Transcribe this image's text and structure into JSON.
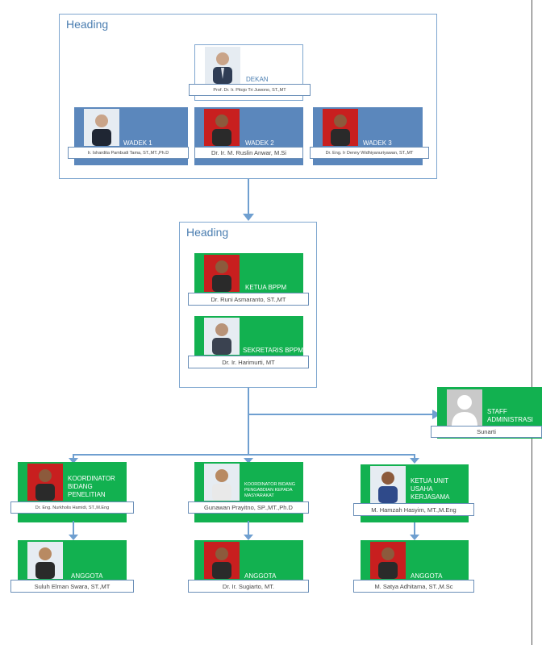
{
  "top": {
    "heading": "Heading",
    "dekan": {
      "role": "DEKAN",
      "name": "Prof. Dr. Ir. Pitojo Tri Juwono, ST.,MT"
    },
    "wadek": [
      {
        "role": "WADEK 1",
        "name": "Ir. Ishardita Pambudi Tama, ST.,MT.,Ph.D"
      },
      {
        "role": "WADEK 2",
        "name": "Dr. Ir. M. Ruslin Anwar, M.Si"
      },
      {
        "role": "WADEK 3",
        "name": "Dr. Eng. Ir Denny Widhiyanuriyawan, ST.,MT"
      }
    ]
  },
  "middle": {
    "heading": "Heading",
    "ketua": {
      "role": "KETUA BPPM",
      "name": "Dr. Runi Asmaranto, ST.,MT"
    },
    "sekretaris": {
      "role": "SEKRETARIS BPPM",
      "name": "Dr. Ir. Harimurti, MT"
    }
  },
  "staff": {
    "role": "STAFF ADMINISTRASI",
    "name": "Sunarti"
  },
  "koordinator": [
    {
      "role": "KOORDINATOR BIDANG PENELITIAN",
      "name": "Dr. Eng. Nurkholis Hamidi, ST.,M.Eng"
    },
    {
      "role": "KOORDINATOR BIDANG PENGABDIAN KEPADA MASYARAKAT",
      "name": "Gunawan Prayitno, SP.,MT.,Ph.D"
    },
    {
      "role": "KETUA UNIT USAHA KERJASAMA",
      "name": "M. Hamzah Hasyim, MT.,M.Eng"
    }
  ],
  "anggota": [
    {
      "role": "ANGGOTA",
      "name": "Suluh Elman Swara, ST.,MT"
    },
    {
      "role": "ANGGOTA",
      "name": "Dr. Ir. Sugiarto, MT."
    },
    {
      "role": "ANGGOTA",
      "name": "M. Satya Adhitama, ST.,M.Sc"
    }
  ]
}
